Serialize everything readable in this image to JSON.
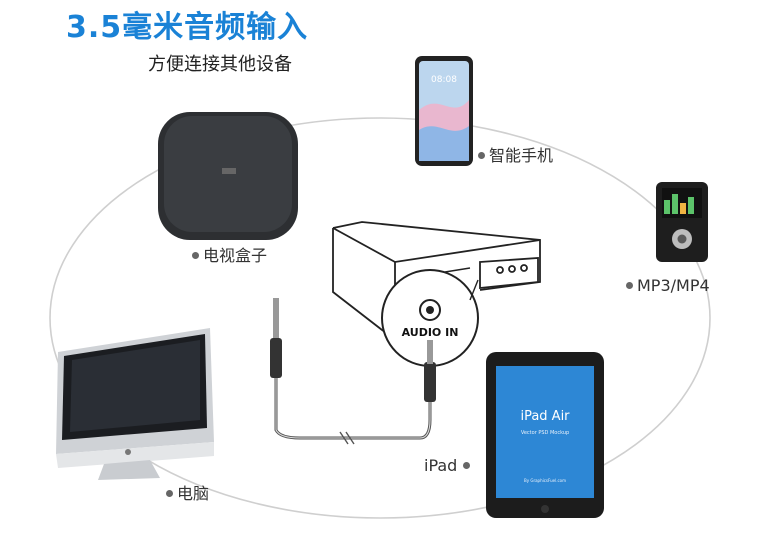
{
  "title": "3.5毫米音频输入",
  "subtitle": "方便连接其他设备",
  "devices": {
    "phone": "智能手机",
    "tvbox": "电视盒子",
    "mp3": "MP3/MP4",
    "computer": "电脑",
    "ipad": "iPad"
  },
  "center": {
    "port_label": "AUDIO IN"
  },
  "phone_screen": {
    "time": "08:08"
  },
  "ipad_screen": {
    "name": "iPad Air",
    "subtitle": "Vector PSD Mockup",
    "credit": "By GraphicsFuel.com"
  },
  "colors": {
    "title": "#1a82d6",
    "arc": "#c8c8c8",
    "text": "#333333"
  }
}
